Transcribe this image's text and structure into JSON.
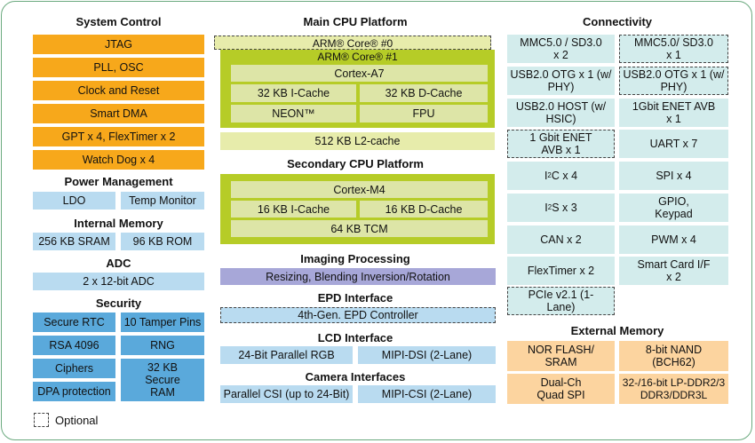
{
  "system_control": {
    "title": "System Control",
    "items": [
      "JTAG",
      "PLL, OSC",
      "Clock and Reset",
      "Smart DMA",
      "GPT x 4, FlexTimer x 2",
      "Watch Dog x 4"
    ]
  },
  "power_management": {
    "title": "Power Management",
    "items": [
      "LDO",
      "Temp Monitor"
    ]
  },
  "internal_memory": {
    "title": "Internal Memory",
    "items": [
      "256 KB SRAM",
      "96 KB ROM"
    ]
  },
  "adc": {
    "title": "ADC",
    "items": [
      "2 x 12-bit ADC"
    ]
  },
  "security": {
    "title": "Security",
    "items": [
      "Secure RTC",
      "10 Tamper Pins",
      "RSA 4096",
      "RNG",
      "Ciphers",
      "DPA protection",
      "32 KB Secure RAM"
    ]
  },
  "legend": {
    "optional_label": "Optional"
  },
  "main_cpu": {
    "title": "Main CPU Platform",
    "core0": "ARM® Core® #0",
    "core1": "ARM® Core® #1",
    "core": "Cortex-A7",
    "icache": "32 KB I-Cache",
    "dcache": "32 KB D-Cache",
    "neon": "NEON™",
    "fpu": "FPU",
    "l2": "512 KB L2-cache"
  },
  "secondary_cpu": {
    "title": "Secondary CPU Platform",
    "core": "Cortex-M4",
    "icache": "16 KB I-Cache",
    "dcache": "16 KB D-Cache",
    "tcm": "64 KB TCM"
  },
  "imaging": {
    "title": "Imaging Processing",
    "item": "Resizing, Blending Inversion/Rotation"
  },
  "epd": {
    "title": "EPD Interface",
    "item": "4th-Gen. EPD Controller"
  },
  "lcd": {
    "title": "LCD Interface",
    "items": [
      "24-Bit Parallel RGB",
      "MIPI-DSI (2-Lane)"
    ]
  },
  "camera": {
    "title": "Camera Interfaces",
    "items": [
      "Parallel CSI (up to 24-Bit)",
      "MIPI-CSI (2-Lane)"
    ]
  },
  "connectivity": {
    "title": "Connectivity",
    "left": [
      "MMC5.0 / SD3.0 x 2",
      "USB2.0 OTG x 1 (w/ PHY)",
      "USB2.0 HOST (w/ HSIC)",
      "1 Gbit ENET AVB x 1",
      "I²C x 4",
      "I²S x 3",
      "CAN x 2",
      "FlexTimer x 2",
      "PCIe v2.1 (1-Lane)"
    ],
    "right": [
      "MMC5.0/ SD3.0 x 1",
      "USB2.0 OTG x 1 (w/ PHY)",
      "1Gbit ENET AVB x 1",
      "UART x 7",
      "SPI x 4",
      "GPIO, Keypad",
      "PWM x 4",
      "Smart Card I/F x 2"
    ]
  },
  "external_memory": {
    "title": "External Memory",
    "items": [
      "NOR FLASH/ SRAM",
      "8-bit NAND (BCH62)",
      "Dual-Ch Quad SPI",
      "32-/16-bit LP-DDR2/3 DDR3/DDR3L"
    ]
  }
}
